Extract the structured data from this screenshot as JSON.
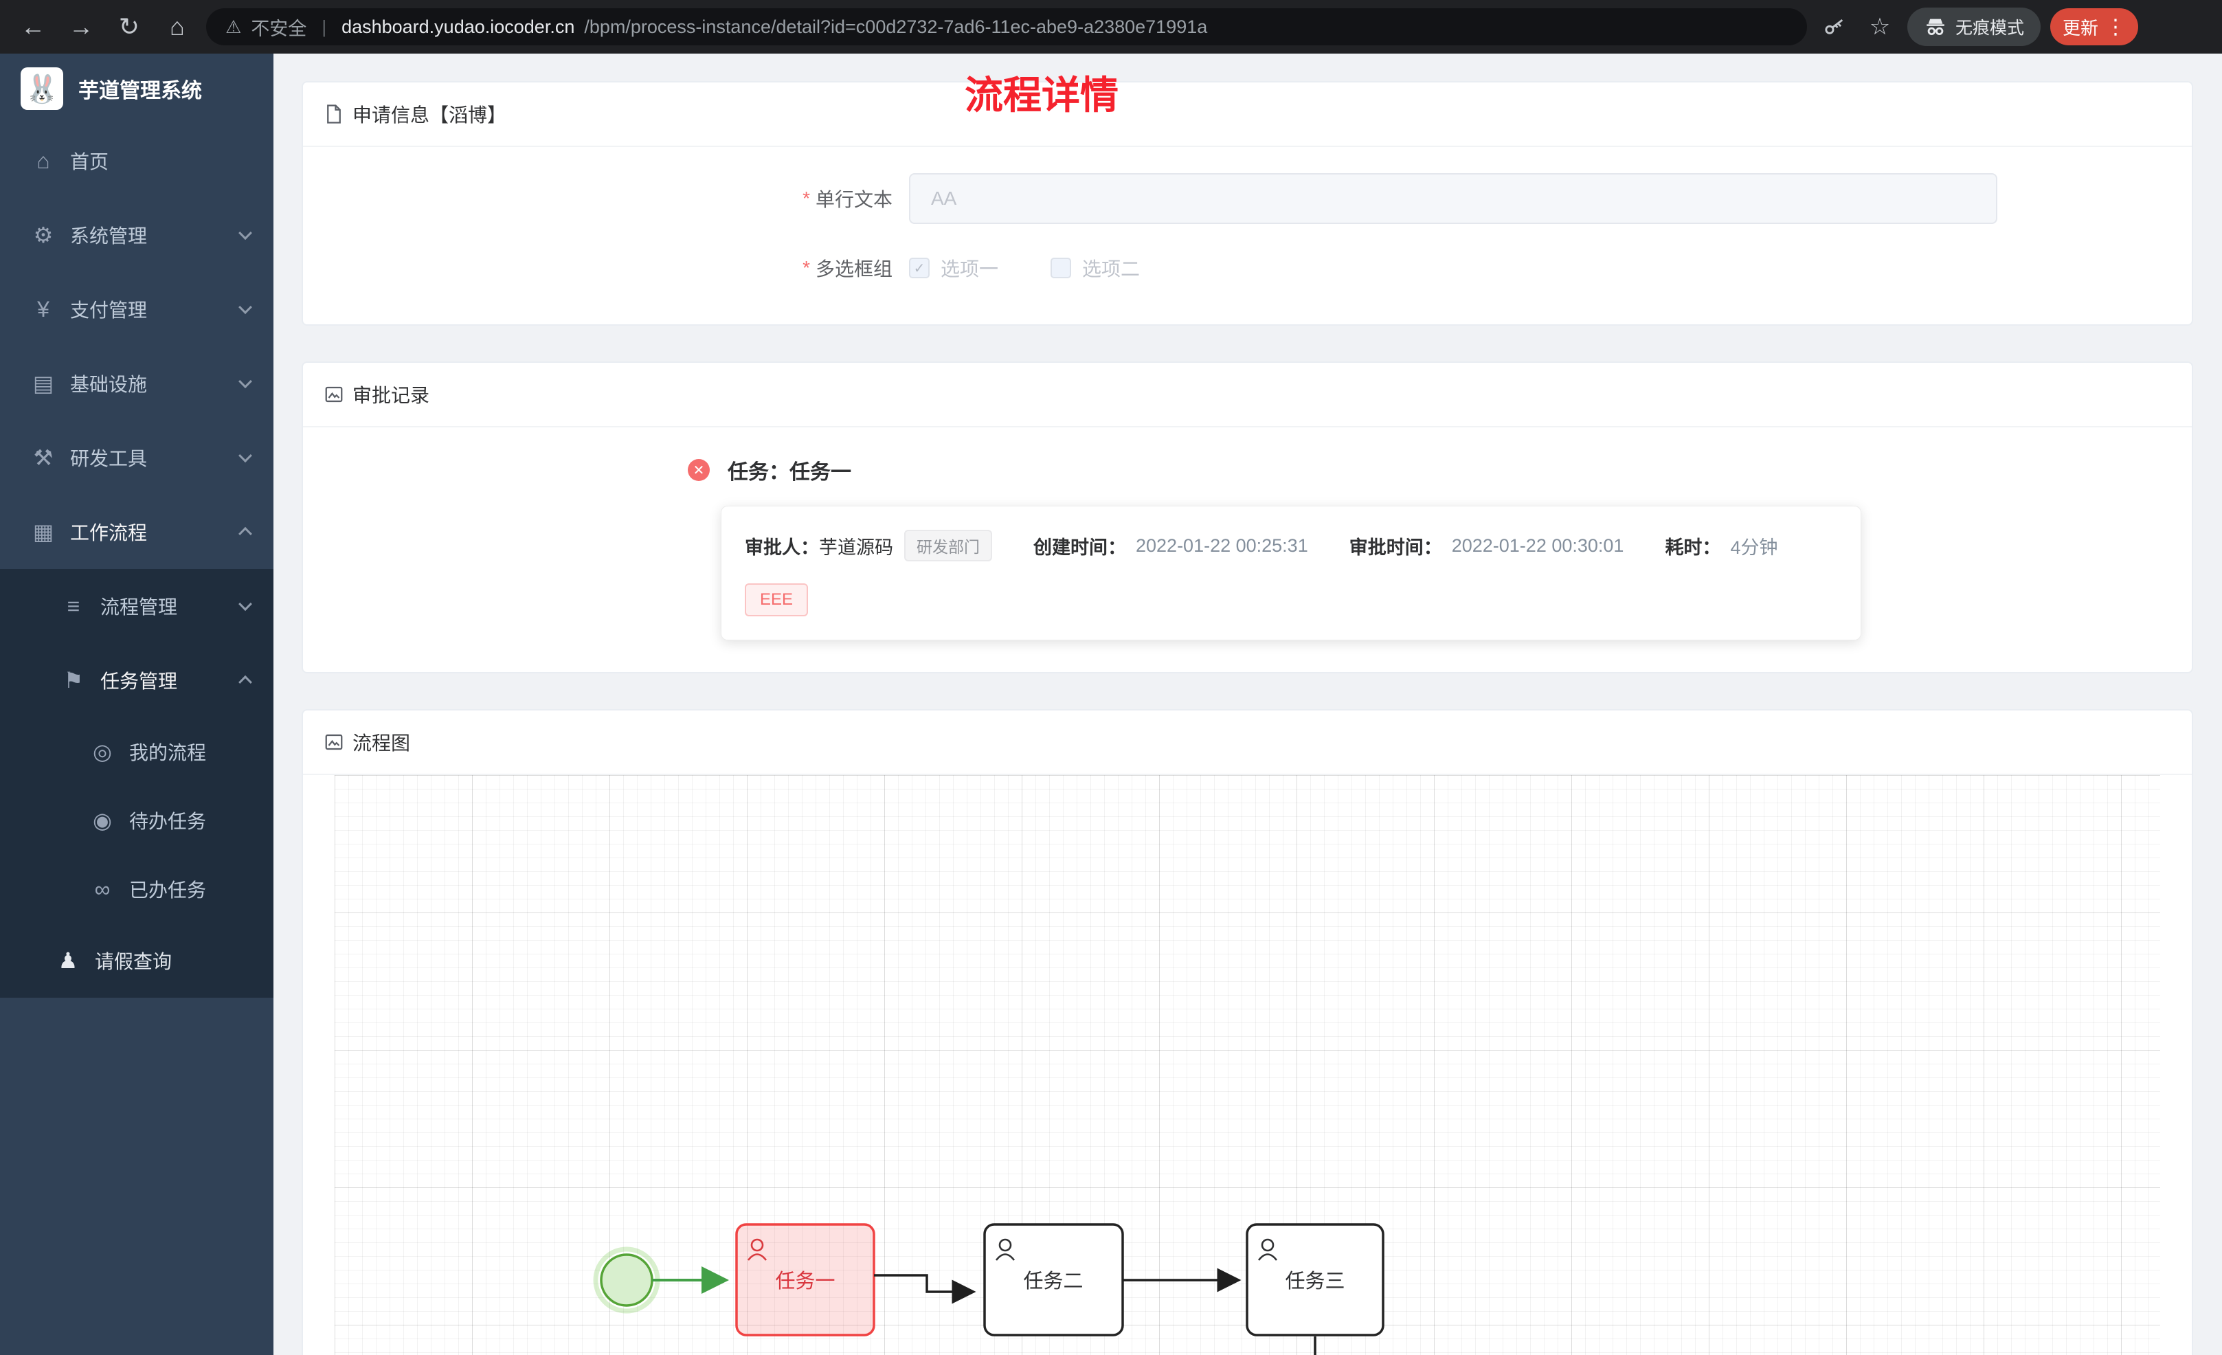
{
  "browser": {
    "back_icon": "←",
    "forward_icon": "→",
    "reload_icon": "↻",
    "home_icon": "⌂",
    "warning_icon": "⚠",
    "not_secure_label": "不安全",
    "divider": "|",
    "url_domain": "dashboard.yudao.iocoder.cn",
    "url_path": "/bpm/process-instance/detail?id=c00d2732-7ad6-11ec-abe9-a2380e71991a",
    "star_icon": "☆",
    "incognito_label": "无痕模式",
    "update_label": "更新",
    "kebab_icon": "⋮"
  },
  "sidebar": {
    "app_title": "芋道管理系统",
    "logo_glyph": "🐰",
    "items": [
      {
        "label": "首页",
        "glyph": "⌂"
      },
      {
        "label": "系统管理",
        "glyph": "⚙"
      },
      {
        "label": "支付管理",
        "glyph": "¥"
      },
      {
        "label": "基础设施",
        "glyph": "▤"
      },
      {
        "label": "研发工具",
        "glyph": "⚒"
      },
      {
        "label": "工作流程",
        "glyph": "▦"
      },
      {
        "label": "流程管理",
        "glyph": "≡"
      },
      {
        "label": "任务管理",
        "glyph": "⚑"
      },
      {
        "label": "我的流程",
        "glyph": "◎"
      },
      {
        "label": "待办任务",
        "glyph": "◉"
      },
      {
        "label": "已办任务",
        "glyph": "∞"
      },
      {
        "label": "请假查询",
        "glyph": "♟"
      }
    ]
  },
  "page": {
    "title": "流程详情"
  },
  "apply_card": {
    "title": "申请信息【滔博】",
    "required_mark": "*",
    "field1": {
      "label": "单行文本",
      "placeholder": "AA"
    },
    "field2": {
      "label": "多选框组",
      "option1": {
        "label": "选项一",
        "check_glyph": "✓"
      },
      "option2": {
        "label": "选项二",
        "check_glyph": ""
      }
    }
  },
  "approval_card": {
    "title": "审批记录",
    "reject_glyph": "✕",
    "task_title": "任务：任务一",
    "approver_label": "审批人：",
    "approver": "芋道源码",
    "dept_tag": "研发部门",
    "create_label": "创建时间：",
    "create_time": "2022-01-22 00:25:31",
    "approve_label": "审批时间：",
    "approve_time": "2022-01-22 00:30:01",
    "duration_label": "耗时：",
    "duration": "4分钟",
    "comment_tag": "EEE"
  },
  "diagram_card": {
    "title": "流程图",
    "nodes": [
      {
        "id": "start-event",
        "type": "start",
        "status": "completed"
      },
      {
        "id": "task1",
        "label": "任务一",
        "status": "current"
      },
      {
        "id": "task2",
        "label": "任务二",
        "status": "pending"
      },
      {
        "id": "task3",
        "label": "任务三",
        "status": "pending"
      }
    ]
  },
  "colors": {
    "accent": "#409eff",
    "danger": "#f56c6c",
    "success": "#67c23a",
    "title_red": "#f5222d",
    "sidebar_bg": "#304156",
    "submenu_bg": "#1f2d3d"
  }
}
